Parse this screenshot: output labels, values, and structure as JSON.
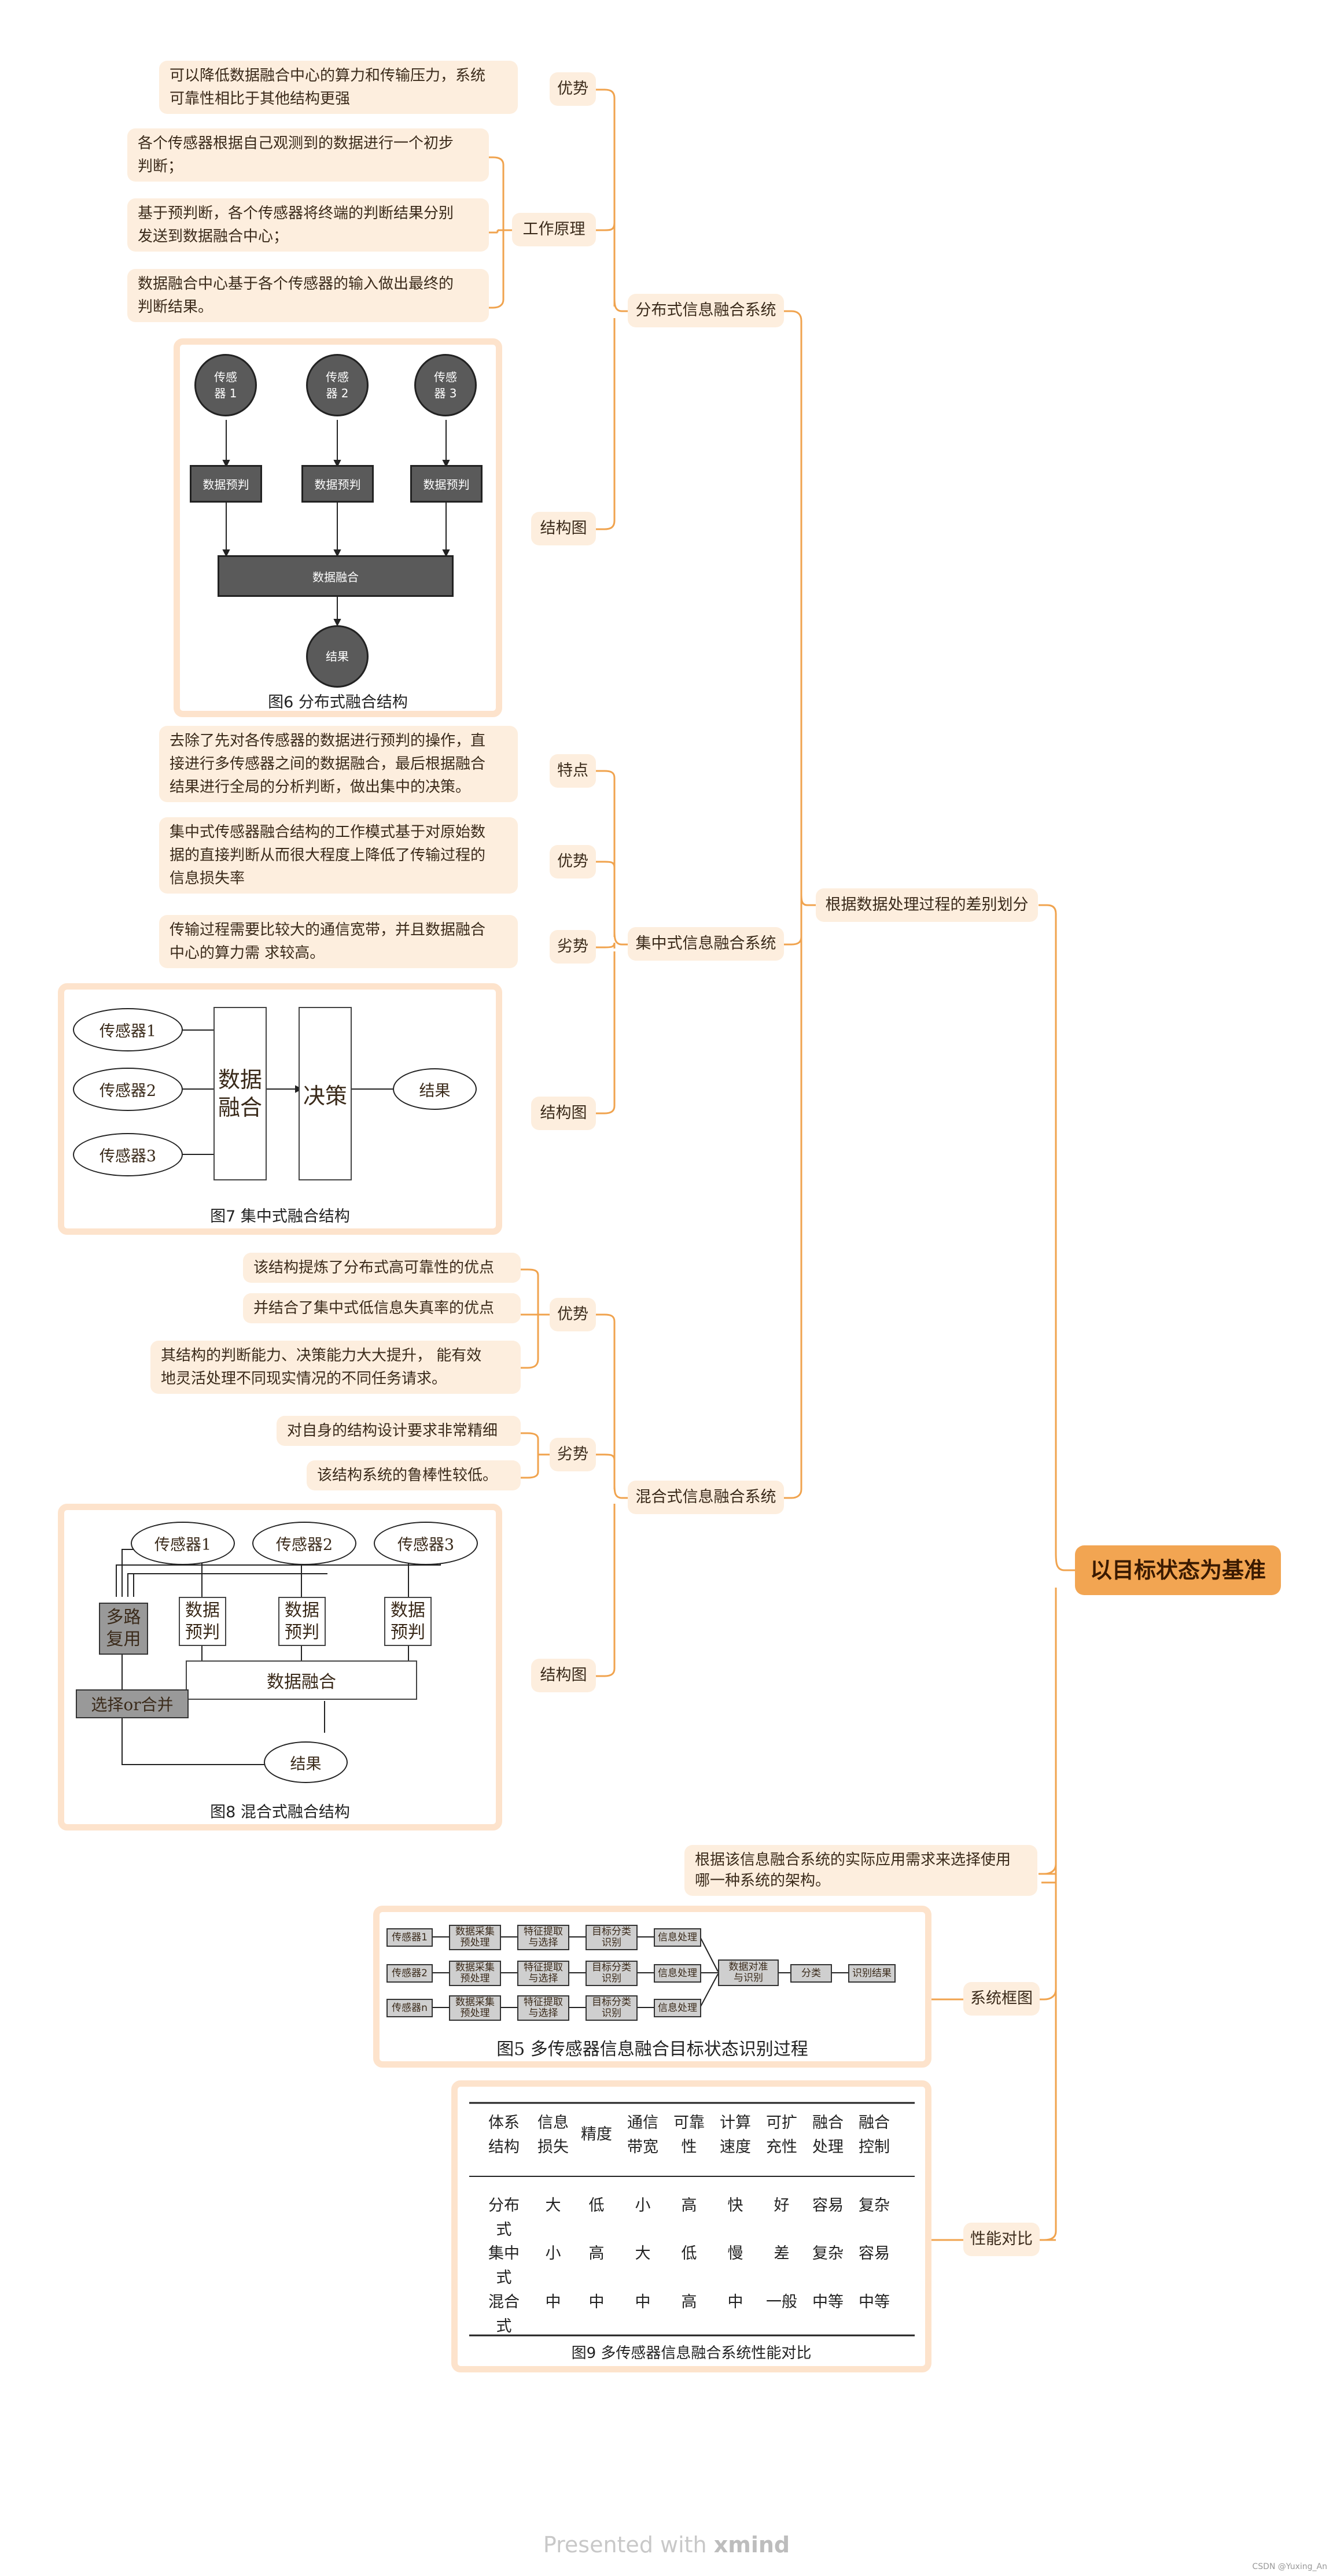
{
  "root": "以目标状态为基准",
  "branch_division": "根据数据处理过程的差别划分",
  "branch_distributed": "分布式信息融合系统",
  "branch_centralized": "集中式信息融合系统",
  "branch_hybrid": "混合式信息融合系统",
  "branch_framework": "系统框图",
  "branch_performance": "性能对比",
  "label_advantage": "优势",
  "label_principle": "工作原理",
  "label_structure": "结构图",
  "label_feature": "特点",
  "label_pros": "优势",
  "label_cons": "劣势",
  "dist_advantage": [
    "可以降低数据融合中心的算力和传输压力，系统",
    "可靠性相比于其他结构更强"
  ],
  "dist_p1": [
    "各个传感器根据自己观测到的数据进行一个初步",
    "判断；"
  ],
  "dist_p2": [
    "基于预判断，各个传感器将终端的判断结果分别",
    "发送到数据融合中心；"
  ],
  "dist_p3": [
    "数据融合中心基于各个传感器的输入做出最终的",
    "判断结果。"
  ],
  "cent_feature": [
    "去除了先对各传感器的数据进行预判的操作，直",
    "接进行多传感器之间的数据融合，最后根据融合",
    "结果进行全局的分析判断，做出集中的决策。"
  ],
  "cent_pros": [
    "集中式传感器融合结构的工作模式基于对原始数",
    "据的直接判断从而很大程度上降低了传输过程的",
    "信息损失率"
  ],
  "cent_cons": [
    "传输过程需要比较大的通信宽带，并且数据融合",
    "中心的算力需 求较高。"
  ],
  "hyb_pros1": "该结构提炼了分布式高可靠性的优点",
  "hyb_pros2": "并结合了集中式低信息失真率的优点",
  "hyb_pros3": [
    "其结构的判断能力、决策能力大大提升， 能有效",
    "地灵活处理不同现实情况的不同任务请求。"
  ],
  "hyb_cons1": "对自身的结构设计要求非常精细",
  "hyb_cons2": "该结构系统的鲁棒性较低。",
  "framework_note": [
    "根据该信息融合系统的实际应用需求来选择使用",
    "哪一种系统的架构。"
  ],
  "fig6": {
    "caption": "图6   分布式融合结构",
    "sensors": [
      [
        "传感",
        "器 1"
      ],
      [
        "传感",
        "器 2"
      ],
      [
        "传感",
        "器 3"
      ]
    ],
    "predict": "数据预判",
    "fusion": "数据融合",
    "result": "结果"
  },
  "fig7": {
    "caption": "图7   集中式融合结构",
    "sensors": [
      "传感器1",
      "传感器2",
      "传感器3"
    ],
    "fusion": [
      "数据",
      "融合"
    ],
    "decision": "决策",
    "result": "结果"
  },
  "fig8": {
    "caption": "图8   混合式融合结构",
    "sensors": [
      "传感器1",
      "传感器2",
      "传感器3"
    ],
    "mux": [
      "多路",
      "复用"
    ],
    "predict": [
      "数据",
      "预判"
    ],
    "fusion": "数据融合",
    "select": "选择or合并",
    "result": "结果"
  },
  "fig5": {
    "caption": "图5   多传感器信息融合目标状态识别过程",
    "sensors": [
      "传感器1",
      "传感器2",
      "传感器n"
    ],
    "collect": [
      "数据采集",
      "预处理"
    ],
    "extract": [
      "特征提取",
      "与选择"
    ],
    "classify": [
      "目标分类",
      "识别"
    ],
    "info": "信息处理",
    "assoc": [
      "数据对准",
      "与识别"
    ],
    "cls": "分类",
    "out": "识别结果"
  },
  "fig9": {
    "caption": "图9   多传感器信息融合系统性能对比",
    "header": [
      [
        "体系",
        "结构"
      ],
      [
        "信息",
        "损失"
      ],
      [
        "精度"
      ],
      [
        "通信",
        "带宽"
      ],
      [
        "可靠",
        "性"
      ],
      [
        "计算",
        "速度"
      ],
      [
        "可扩",
        "充性"
      ],
      [
        "融合",
        "处理"
      ],
      [
        "融合",
        "控制"
      ]
    ],
    "rows": [
      [
        "分布式",
        "大",
        "低",
        "小",
        "高",
        "快",
        "好",
        "容易",
        "复杂"
      ],
      [
        "集中式",
        "小",
        "高",
        "大",
        "低",
        "慢",
        "差",
        "复杂",
        "容易"
      ],
      [
        "混合式",
        "中",
        "中",
        "中",
        "高",
        "中",
        "一般",
        "中等",
        "中等"
      ]
    ]
  },
  "footer_text": "Presented with",
  "footer_brand": "xmind",
  "watermark": "CSDN @Yuxing_An"
}
